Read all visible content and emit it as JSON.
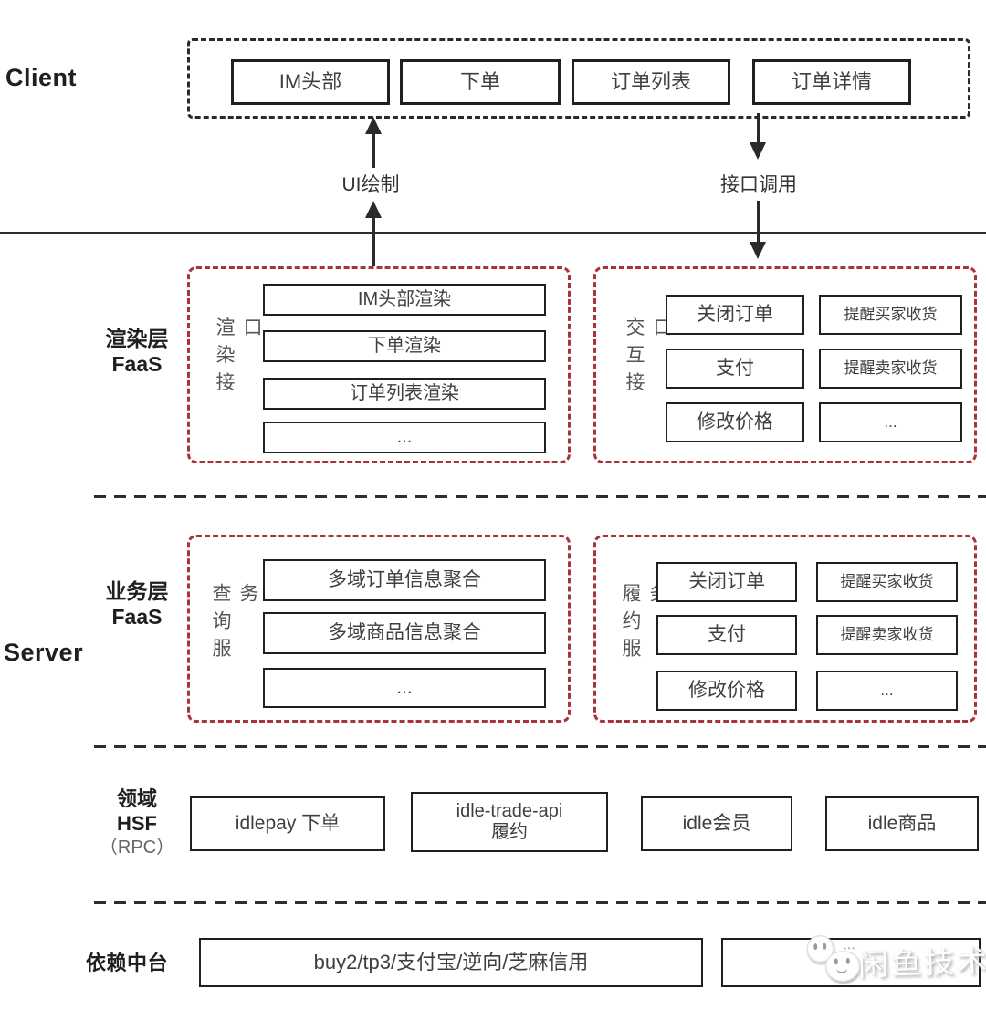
{
  "client": {
    "label": "Client",
    "boxes": [
      "IM头部",
      "下单",
      "订单列表",
      "订单详情"
    ]
  },
  "arrows": {
    "ui_draw": "UI绘制",
    "api_call": "接口调用"
  },
  "render_layer": {
    "title_line1": "渲染层",
    "title_line2": "FaaS",
    "render_group": {
      "vertical_label": "渲染接口",
      "boxes": [
        "IM头部渲染",
        "下单渲染",
        "订单列表渲染",
        "..."
      ]
    },
    "interact_group": {
      "vertical_label": "交互接口",
      "left_boxes": [
        "关闭订单",
        "支付",
        "修改价格"
      ],
      "right_boxes": [
        "提醒买家收货",
        "提醒卖家收货",
        "..."
      ]
    }
  },
  "server": {
    "label": "Server"
  },
  "business_layer": {
    "title_line1": "业务层",
    "title_line2": "FaaS",
    "query_group": {
      "vertical_label": "查询服务",
      "boxes": [
        "多域订单信息聚合",
        "多域商品信息聚合",
        "..."
      ]
    },
    "fulfill_group": {
      "vertical_label": "履约服务",
      "left_boxes": [
        "关闭订单",
        "支付",
        "修改价格"
      ],
      "right_boxes": [
        "提醒买家收货",
        "提醒卖家收货",
        "..."
      ]
    }
  },
  "hsf_layer": {
    "title_line1": "领域",
    "title_line2": "HSF",
    "title_line3": "（RPC）",
    "box1": "idlepay 下单",
    "box2_line1": "idle-trade-api",
    "box2_line2": "履约",
    "box3": "idle会员",
    "box4": "idle商品"
  },
  "platform_layer": {
    "label": "依赖中台",
    "box1": "buy2/tp3/支付宝/逆向/芝麻信用",
    "box2": ""
  },
  "watermark": {
    "text": "闲鱼技术",
    "dots": "..."
  },
  "colors": {
    "red_dashed": "#a83338",
    "line": "#2a2a2a",
    "box_text": "#3f3f3f"
  }
}
